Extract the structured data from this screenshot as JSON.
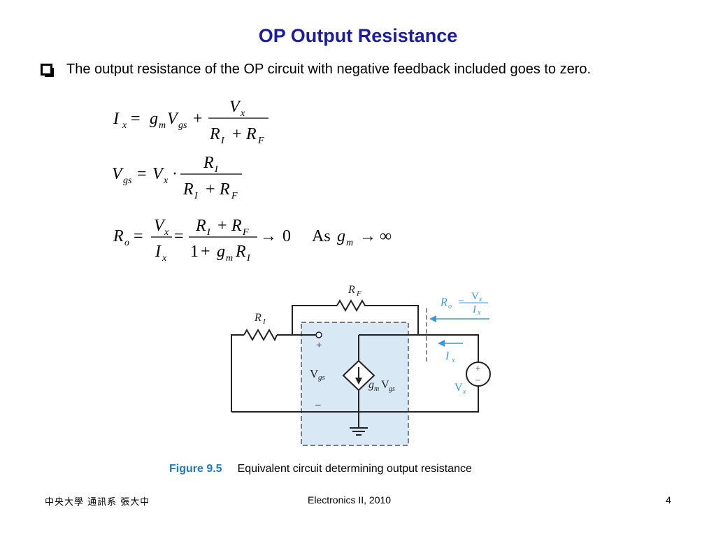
{
  "slide": {
    "title": "OP Output Resistance",
    "bullet": "The output resistance of the OP circuit with negative feedback included goes to zero."
  },
  "equations": {
    "eq1": {
      "lhs": "I",
      "lhs_sub": "x",
      "g": "g",
      "g_sub": "m",
      "v": "V",
      "v_sub": "gs",
      "num": "V",
      "num_sub": "x",
      "den1": "R",
      "den1_sub": "I",
      "den2": "R",
      "den2_sub": "F"
    },
    "eq2": {
      "lhs": "V",
      "lhs_sub": "gs",
      "vx": "V",
      "vx_sub": "x",
      "num": "R",
      "num_sub": "I",
      "den1": "R",
      "den1_sub": "I",
      "den2": "R",
      "den2_sub": "F"
    },
    "eq3": {
      "lhs": "R",
      "lhs_sub": "o",
      "f1_num": "V",
      "f1_num_sub": "x",
      "f1_den": "I",
      "f1_den_sub": "x",
      "f2_num1": "R",
      "f2_num1_sub": "I",
      "f2_num2": "R",
      "f2_num2_sub": "F",
      "f2_den_one": "1",
      "f2_den_g": "g",
      "f2_den_g_sub": "m",
      "f2_den_r": "R",
      "f2_den_r_sub": "I",
      "limit": "0",
      "as_text": "As",
      "as_g": "g",
      "as_g_sub": "m",
      "infinity": "∞"
    }
  },
  "circuit": {
    "rf_label": "R",
    "rf_sub": "F",
    "ri_label": "R",
    "ri_sub": "I",
    "plus": "+",
    "minus": "–",
    "vgs_label": "V",
    "vgs_sub": "gs",
    "source_g": "g",
    "source_g_sub": "m",
    "source_v": "V",
    "source_v_sub": "gs",
    "ix_label": "I",
    "ix_sub": "x",
    "vx_label": "V",
    "vx_sub": "x",
    "ro_label": "R",
    "ro_sub": "o",
    "ro_num": "V",
    "ro_num_sub": "x",
    "ro_den": "I",
    "ro_den_sub": "x",
    "annotation_color": "#3a9ad9",
    "box_fill": "#d8e8f5"
  },
  "caption": {
    "label": "Figure 9.5",
    "text": "Equivalent circuit determining output resistance"
  },
  "footer": {
    "left": "中央大學 通訊系 張大中",
    "center": "Electronics II, 2010",
    "page": "4"
  }
}
